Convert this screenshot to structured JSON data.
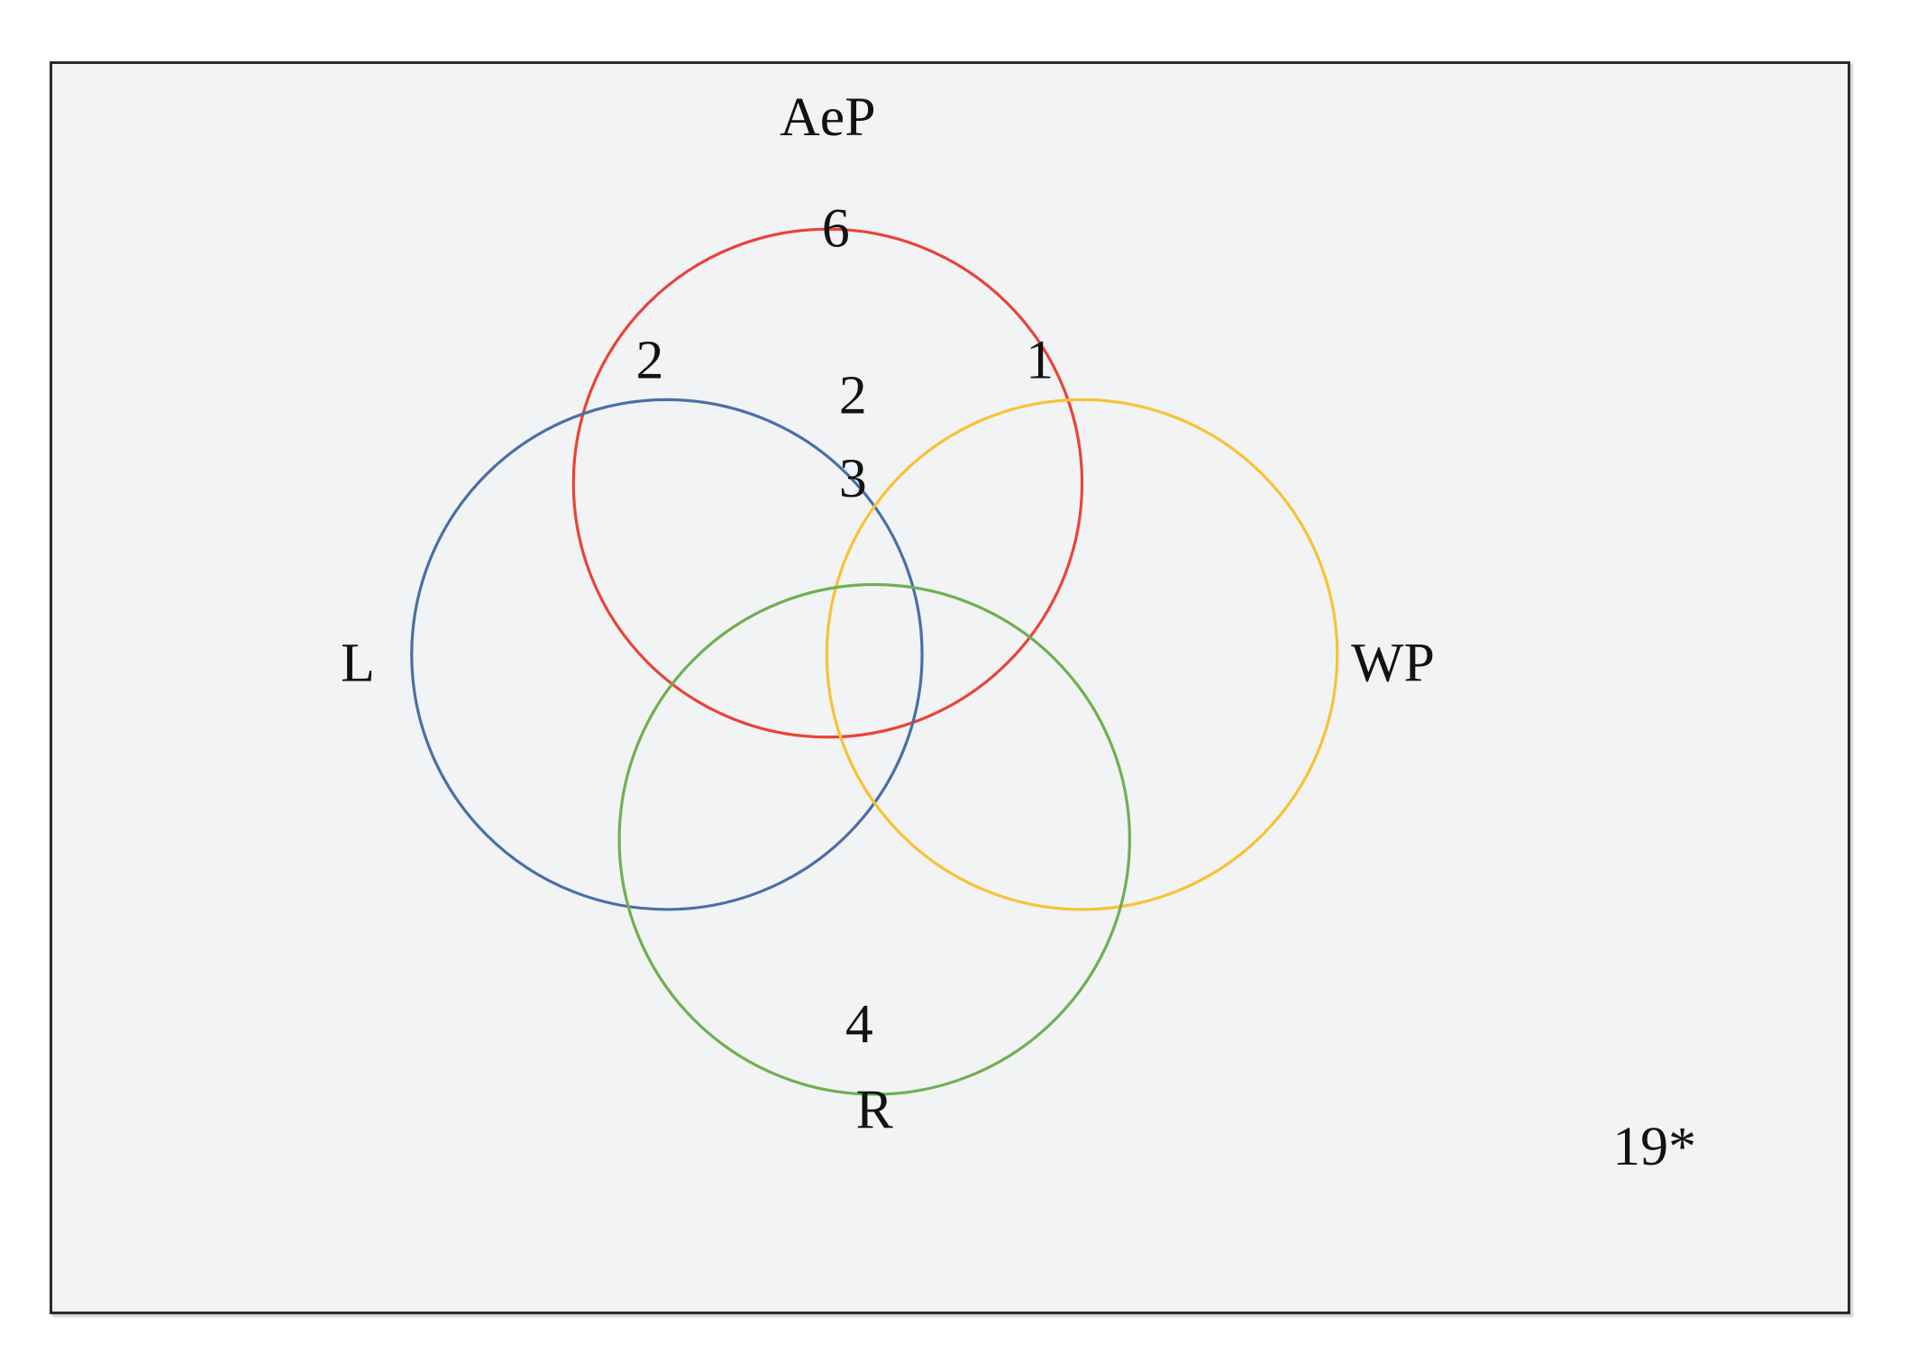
{
  "figure": {
    "kind": "venn-diagram",
    "background_color": "#f1f3f5",
    "frame_border_color": "#2b2b2b",
    "text_color": "#121212"
  },
  "chart_data": {
    "type": "venn",
    "title": "",
    "sets": [
      {
        "key": "AeP",
        "label": "AeP",
        "color": "#ea4335",
        "position": "top"
      },
      {
        "key": "L",
        "label": "L",
        "color": "#4a6fa5",
        "position": "left"
      },
      {
        "key": "WP",
        "label": "WP",
        "color": "#f9c233",
        "position": "right"
      },
      {
        "key": "R",
        "label": "R",
        "color": "#6fb04f",
        "position": "bottom"
      }
    ],
    "regions": [
      {
        "id": "AeP-only",
        "members": [
          "AeP"
        ],
        "value": "6"
      },
      {
        "id": "AeP-L",
        "members": [
          "AeP",
          "L"
        ],
        "value": "2"
      },
      {
        "id": "AeP-WP",
        "members": [
          "AeP",
          "WP"
        ],
        "value": "1"
      },
      {
        "id": "AeP-L-WP",
        "members": [
          "AeP",
          "L",
          "WP"
        ],
        "value": "2"
      },
      {
        "id": "AeP-L-WP-R",
        "members": [
          "AeP",
          "L",
          "WP",
          "R"
        ],
        "value": "3"
      },
      {
        "id": "R-only",
        "members": [
          "R"
        ],
        "value": "4"
      }
    ],
    "outside": {
      "label": "19*",
      "value": "19",
      "note": "*"
    },
    "legend": "none",
    "grid": false
  },
  "labels": {
    "top": "AeP",
    "left": "L",
    "right": "WP",
    "bottom": "R"
  },
  "counts": {
    "aep_only": "6",
    "aep_l": "2",
    "aep_wp": "1",
    "aep_l_wp": "2",
    "center_all": "3",
    "r_only": "4",
    "outside": "19*"
  }
}
